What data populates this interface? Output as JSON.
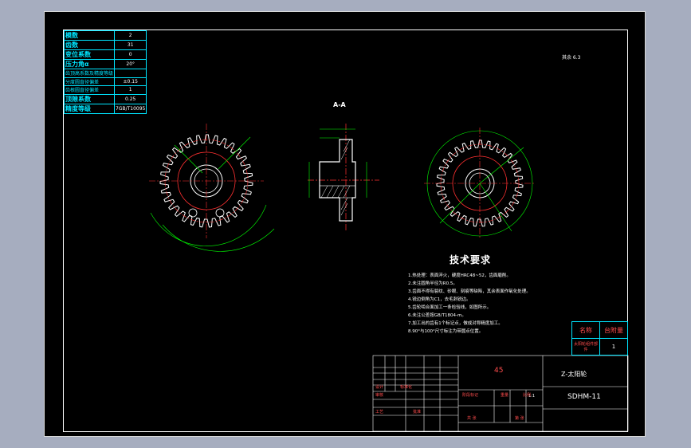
{
  "colors": {
    "background": "#000000",
    "frame": "#ffffff",
    "gear_outline": "#ffffff",
    "center_line": "#ff3030",
    "dimension": "#00ff00",
    "table_line": "#00e5ff",
    "viewport": "#a6adbf"
  },
  "param_table": {
    "rows": [
      {
        "label": "模数",
        "value": "2"
      },
      {
        "label": "齿数",
        "value": "31"
      },
      {
        "label": "变位系数",
        "value": "0"
      },
      {
        "label": "压力角α",
        "value": "20°"
      },
      {
        "label": "齿顶高系数及精度等级",
        "value": ""
      },
      {
        "label": "分度圆直径偏差",
        "value": "±0.15"
      },
      {
        "label": "齿根圆直径偏差",
        "value": "1"
      },
      {
        "label": "顶隙系数",
        "value": "0.25"
      },
      {
        "label": "精度等级",
        "value": "7GB/T10095"
      }
    ]
  },
  "roughness_note": "其余 6.3",
  "view_label": "A-A",
  "tech": {
    "title": "技术要求",
    "items": [
      "1.热处理：表面淬火，硬度HRC48~52，齿面磨削。",
      "2.未注圆角半径为R0.5。",
      "3.齿面不得有裂纹、砂眼、刻痕等缺陷，其余表面作氧化处理。",
      "4.锐边倒角为C1，去毛刺锐边。",
      "5.齿轮啮合面加工一条检验线，如图所示。",
      "6.未注公差按GB/T1804-m。",
      "7.加工出的齿有1个标记点，做成对称精度加工。",
      "8.90°与100°尺寸标注为带圆点位置。"
    ]
  },
  "info_table": {
    "headers": [
      "名称",
      "台附量"
    ],
    "row": [
      "太阳轮组件部件",
      "1"
    ]
  },
  "title_block": {
    "material": "45",
    "part_name": "Z-太阳轮",
    "drawing_no": "SDHM-11",
    "scale": "1:1",
    "labels": {
      "design": "设计",
      "standard": "标准化",
      "review": "审核",
      "process": "工艺",
      "approve": "批准",
      "stage_mark": "阶段标记",
      "weight": "重量",
      "ratio": "比例",
      "sheets_total": "共 张",
      "sheet_no": "第 张"
    }
  }
}
